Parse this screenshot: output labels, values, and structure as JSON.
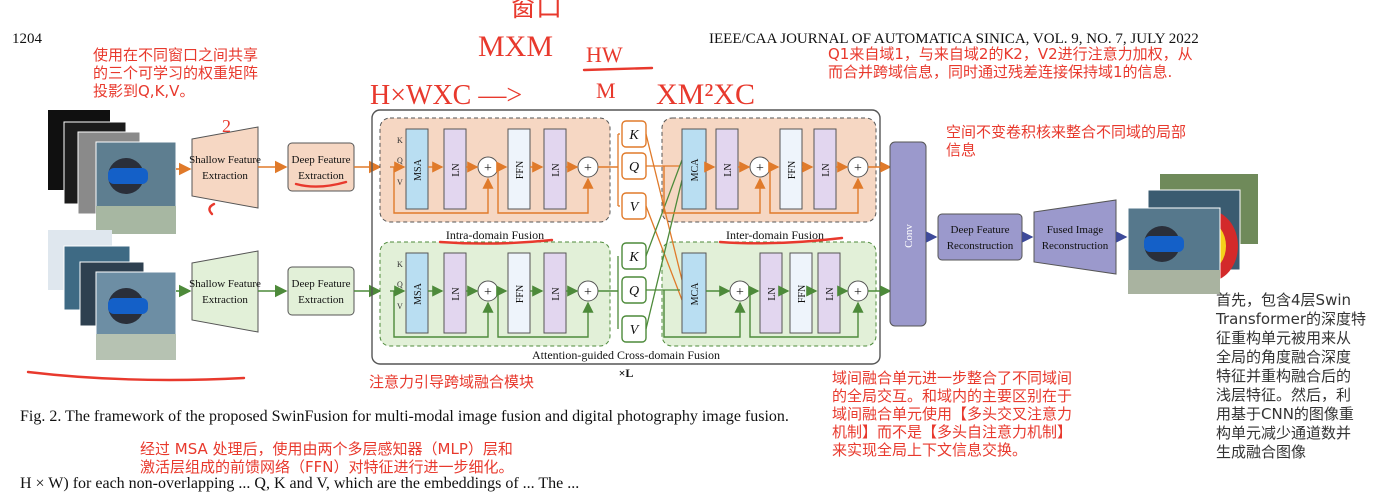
{
  "header": {
    "page_number": "1204",
    "journal": "IEEE/CAA JOURNAL OF AUTOMATICA SINICA, VOL. 9, NO. 7, JULY 2022"
  },
  "diagram": {
    "shallow_top": [
      "Shallow Feature",
      "Extraction"
    ],
    "deep_top": [
      "Deep Feature",
      "Extraction"
    ],
    "shallow_bottom": [
      "Shallow Feature",
      "Extraction"
    ],
    "deep_bottom": [
      "Deep Feature",
      "Extraction"
    ],
    "msa": "MSA",
    "ln": "LN",
    "ffn": "FFN",
    "mca": "MCA",
    "k": "K",
    "q": "Q",
    "v": "V",
    "intra": "Intra-domain Fusion",
    "inter": "Inter-domain Fusion",
    "acf": "Attention-guided Cross-domain Fusion",
    "times_l": "×L",
    "conv": "Conv",
    "deep_recon": [
      "Deep Feature",
      "Reconstruction"
    ],
    "fused_recon": [
      "Fused Image",
      "Reconstruction"
    ]
  },
  "caption": "Fig. 2.  The framework of the proposed SwinFusion for multi-modal image fusion and digital photography image fusion.",
  "body_fragment": "H × W) for each non-overlapping ... Q, K and V, which are the embeddings of ... The ... ",
  "notes": {
    "handwritten": {
      "window": "窗口",
      "mxm": "MXM",
      "formula_left": "H×WXC —>",
      "formula_hw": "HW",
      "formula_m": "M",
      "formula_right": "XM²XC",
      "mark": "2"
    },
    "shared_weights": [
      "使用在不同窗口之间共享",
      "的三个可学习的权重矩阵",
      "投影到Q,K,V。"
    ],
    "q1_k2": [
      "Q1来自域1，与来自域2的K2，V2进行注意力加权，从",
      "而合并跨域信息，同时通过残差连接保持域1的信息."
    ],
    "conv_note": [
      "空间不变卷积核来整合不同域的局部",
      "信息"
    ],
    "attention_module": "注意力引导跨域融合模块",
    "inter_note": [
      "域间融合单元进一步整合了不同域间",
      "的全局交互。和域内的主要区别在于",
      "域间融合单元使用【多头交叉注意力",
      "机制】而不是【多头自注意力机制】",
      "来实现全局上下文信息交换。"
    ],
    "ffn_note": [
      "经过 MSA 处理后，使用由两个多层感知器（MLP）层和",
      "激活层组成的前馈网络（FFN）对特征进行进一步细化。"
    ],
    "swin_note": [
      "首先，包含4层Swin",
      "Transformer的深度特",
      "征重构单元被用来从",
      "全局的角度融合深度",
      "特征并重构融合后的",
      "浅层特征。然后，利",
      "用基于CNN的图像重",
      "构单元减少通道数并",
      "生成融合图像"
    ]
  }
}
